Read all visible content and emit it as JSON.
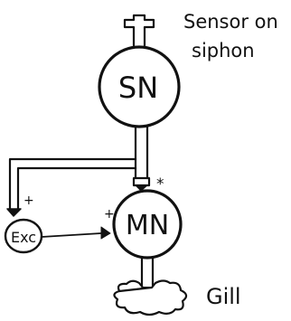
{
  "annotation": {
    "line1": "Sensor on",
    "line2": "siphon"
  },
  "nodes": {
    "sensory_neuron": "SN",
    "motor_neuron": "MN",
    "interneuron": "Exc"
  },
  "synapse_signs": {
    "sn_to_mn": "*",
    "sn_to_exc": "+",
    "exc_to_mn": "+"
  },
  "target": "Gill"
}
